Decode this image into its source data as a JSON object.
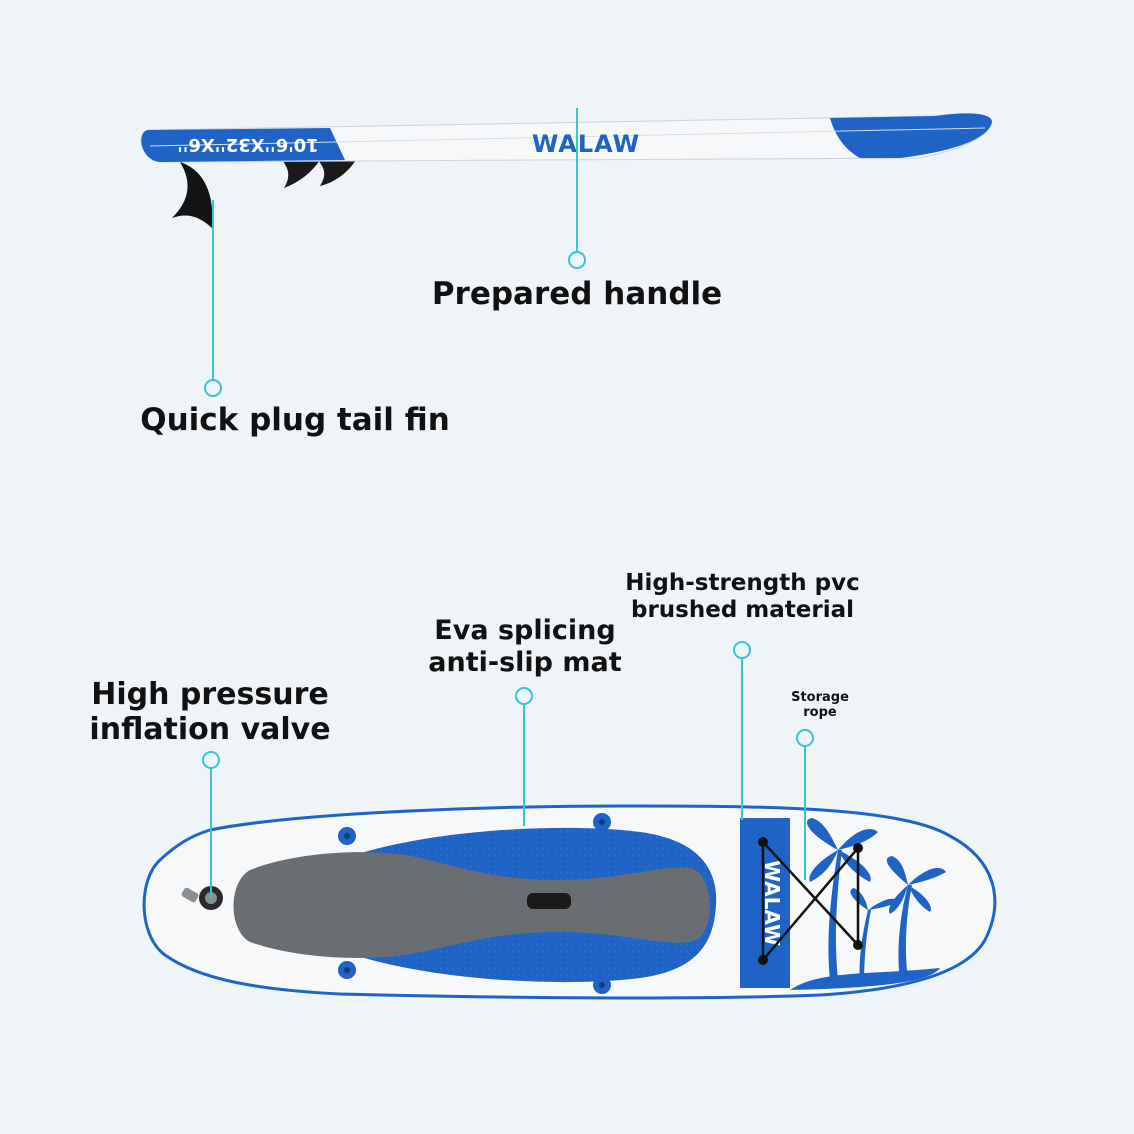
{
  "labels": {
    "prepared_handle": "Prepared handle",
    "quick_plug_tail_fin": "Quick plug tail fin",
    "high_pressure_valve": [
      "High pressure",
      "inflation valve"
    ],
    "eva_mat": [
      "Eva splicing",
      "anti-slip mat"
    ],
    "pvc_material": [
      "High-strength pvc",
      "brushed material"
    ],
    "storage_rope": [
      "Storage",
      "rope"
    ]
  },
  "board": {
    "brand": "WALAW",
    "size_print": "10'6''X32''X6''"
  },
  "colors": {
    "background": "#eef4f8",
    "board_blue": "#1f63c6",
    "board_white": "#f7f8fa",
    "deck_pad_gray": "#6b6e71",
    "callout_cyan": "#36c6d3",
    "fin_black": "#141414"
  }
}
